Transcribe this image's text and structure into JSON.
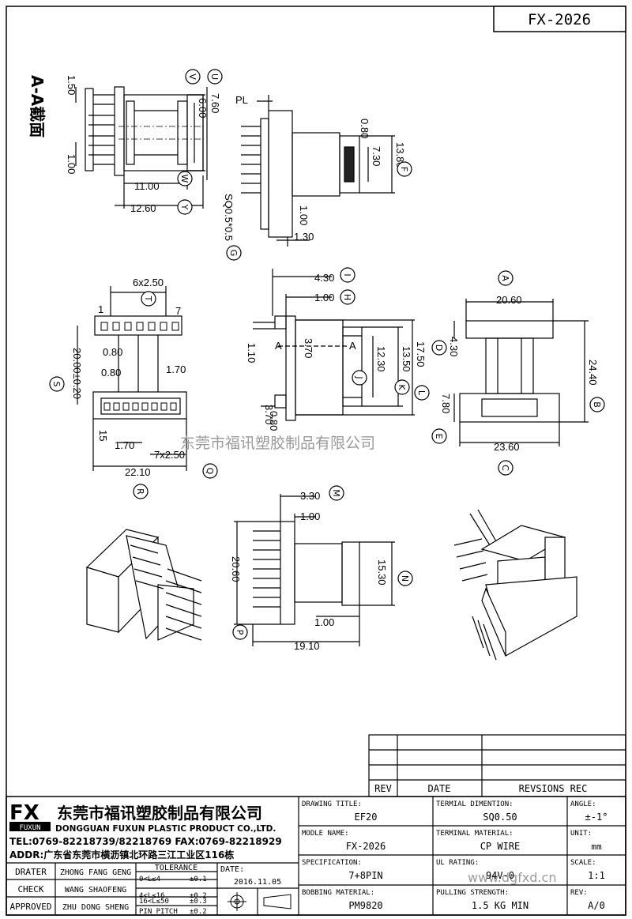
{
  "header": {
    "part_number": "FX-2026"
  },
  "section": {
    "label": "A-A截面"
  },
  "callouts": [
    "U",
    "V",
    "W",
    "Y",
    "F",
    "G",
    "T",
    "S",
    "R",
    "Q",
    "I",
    "H",
    "J",
    "K",
    "L",
    "A",
    "B",
    "C",
    "D",
    "E",
    "M",
    "N",
    "P"
  ],
  "dims": {
    "d150": "1.50",
    "d100a": "1.00",
    "d760": "7.60",
    "d600": "6.00",
    "d1100": "11.00",
    "d1260": "12.60",
    "pl": "PL",
    "d080a": "0.80",
    "d730": "7.30",
    "d1380": "13.80",
    "d100b": "1.00",
    "d130": "1.30",
    "sq": "SQ0.5*0.5",
    "d6x250": "6x2.50",
    "pin1": "1",
    "pin7": "7",
    "d080b": "0.80",
    "d080c": "0.80",
    "d170a": "1.70",
    "d2000": "20.00±0.20",
    "pin15": "15",
    "d170b": "1.70",
    "d7x250": "7x2.50",
    "d2210": "22.10",
    "d430a": "4.30",
    "d100c": "1.00",
    "d110": "1.10",
    "secA1": "A",
    "d370a": "3.70",
    "d370b": "3.70",
    "secA2": "A",
    "d1230": "12.30",
    "d1350": "13.50",
    "d1750": "17.50",
    "d080d": "0.80",
    "d2060a": "20.60",
    "d430b": "4.30",
    "d2440": "24.40",
    "d780": "7.80",
    "d2360": "23.60",
    "d330": "3.30",
    "d100d": "1.00",
    "d2060b": "20.60",
    "d1530": "15.30",
    "d100e": "1.00",
    "d1910": "19.10"
  },
  "watermarks": {
    "company": "东莞市福讯塑胶制品有限公司",
    "site": "www.dgfxd.cn"
  },
  "revision_table": {
    "headers": [
      "REV",
      "DATE",
      "REVSIONS REC"
    ]
  },
  "company": {
    "logo_text": "FX",
    "logo_sub": "FUXUN",
    "name_cn": "东莞市福讯塑胶制品有限公司",
    "name_en": "DONGGUAN FUXUN PLASTIC PRODUCT CO.,LTD.",
    "tel": "TEL:0769-82218739/82218769 FAX:0769-82218929",
    "addr": "ADDR:广东省东莞市横沥镇北环路三江工业区116栋"
  },
  "signoff": [
    {
      "role": "DRATER",
      "name": "ZHONG FANG GENG"
    },
    {
      "role": "CHECK",
      "name": "WANG SHAOFENG"
    },
    {
      "role": "APPROVED",
      "name": "ZHU DONG SHENG"
    }
  ],
  "tolerance": {
    "title": "TOLERANCE",
    "rows": [
      {
        "range": "0<L≤4",
        "tol": "±0.1"
      },
      {
        "range": "4<L≤16",
        "tol": "±0.2"
      },
      {
        "range": "16<L≤50",
        "tol": "±0.3"
      },
      {
        "range": "PIN PITCH",
        "tol": "±0.2"
      }
    ]
  },
  "date": {
    "label": "DATE:",
    "value": "2016.11.05"
  },
  "info": {
    "drawing_title": {
      "label": "DRAWING TITLE:",
      "value": "EF20"
    },
    "terminal_dim": {
      "label": "TERMIAL DIMENTION:",
      "value": "SQ0.50"
    },
    "angle": {
      "label": "ANGLE:",
      "value": "±-1°"
    },
    "model_name": {
      "label": "MODLE NAME:",
      "value": "FX-2026"
    },
    "terminal_material": {
      "label": "TERMINAL MATERIAL:",
      "value": "CP WIRE"
    },
    "unit": {
      "label": "UNIT:",
      "value": "mm"
    },
    "specification": {
      "label": "SPECIFICATION:",
      "value": "7+8PIN"
    },
    "ul_rating": {
      "label": "UL RATING:",
      "value": "94V-0"
    },
    "scale": {
      "label": "SCALE:",
      "value": "1:1"
    },
    "bobbin_material": {
      "label": "BOBBING MATERIAL:",
      "value": "PM9820"
    },
    "pulling_strength": {
      "label": "PULLING STRENGTH:",
      "value": "1.5 KG MIN"
    },
    "rev": {
      "label": "REV:",
      "value": "A/0"
    }
  }
}
